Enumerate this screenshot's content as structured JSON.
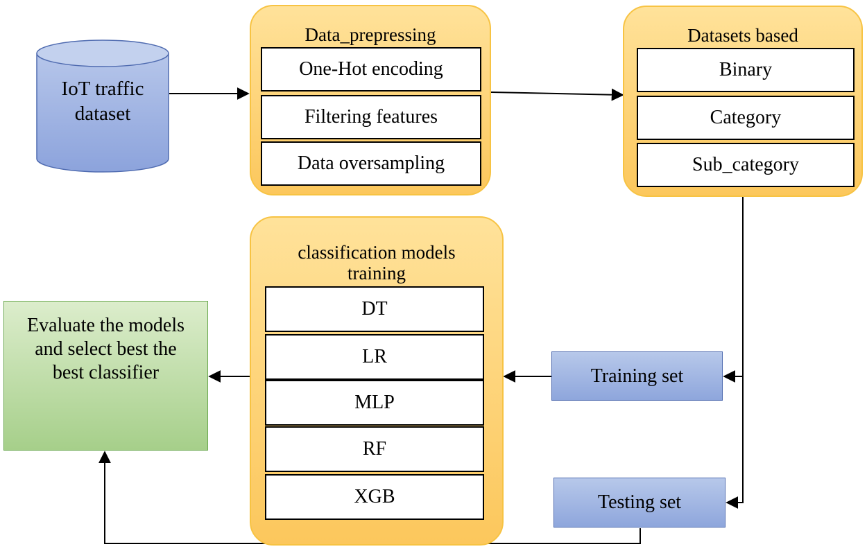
{
  "source_node": {
    "label": "IoT traffic\ndataset"
  },
  "preprocessing": {
    "title": "Data_prepressing",
    "items": [
      "One-Hot encoding",
      "Filtering features",
      "Data oversampling"
    ]
  },
  "datasets": {
    "title": "Datasets based",
    "items": [
      "Binary",
      "Category",
      "Sub_category"
    ]
  },
  "training": {
    "title": "classification models\ntraining",
    "items": [
      "DT",
      "LR",
      "MLP",
      "RF",
      "XGB"
    ]
  },
  "training_set": {
    "label": "Training set"
  },
  "testing_set": {
    "label": "Testing set"
  },
  "evaluate": {
    "label": "Evaluate the models\nand select best the\nbest classifier"
  },
  "colors": {
    "group_fill": "#fcc75c",
    "group_border": "#f7c343",
    "blue_fill": "#8ea6dc",
    "blue_border": "#4f6bb0",
    "green_fill": "#a6cf8a",
    "green_border": "#6aa84f"
  }
}
